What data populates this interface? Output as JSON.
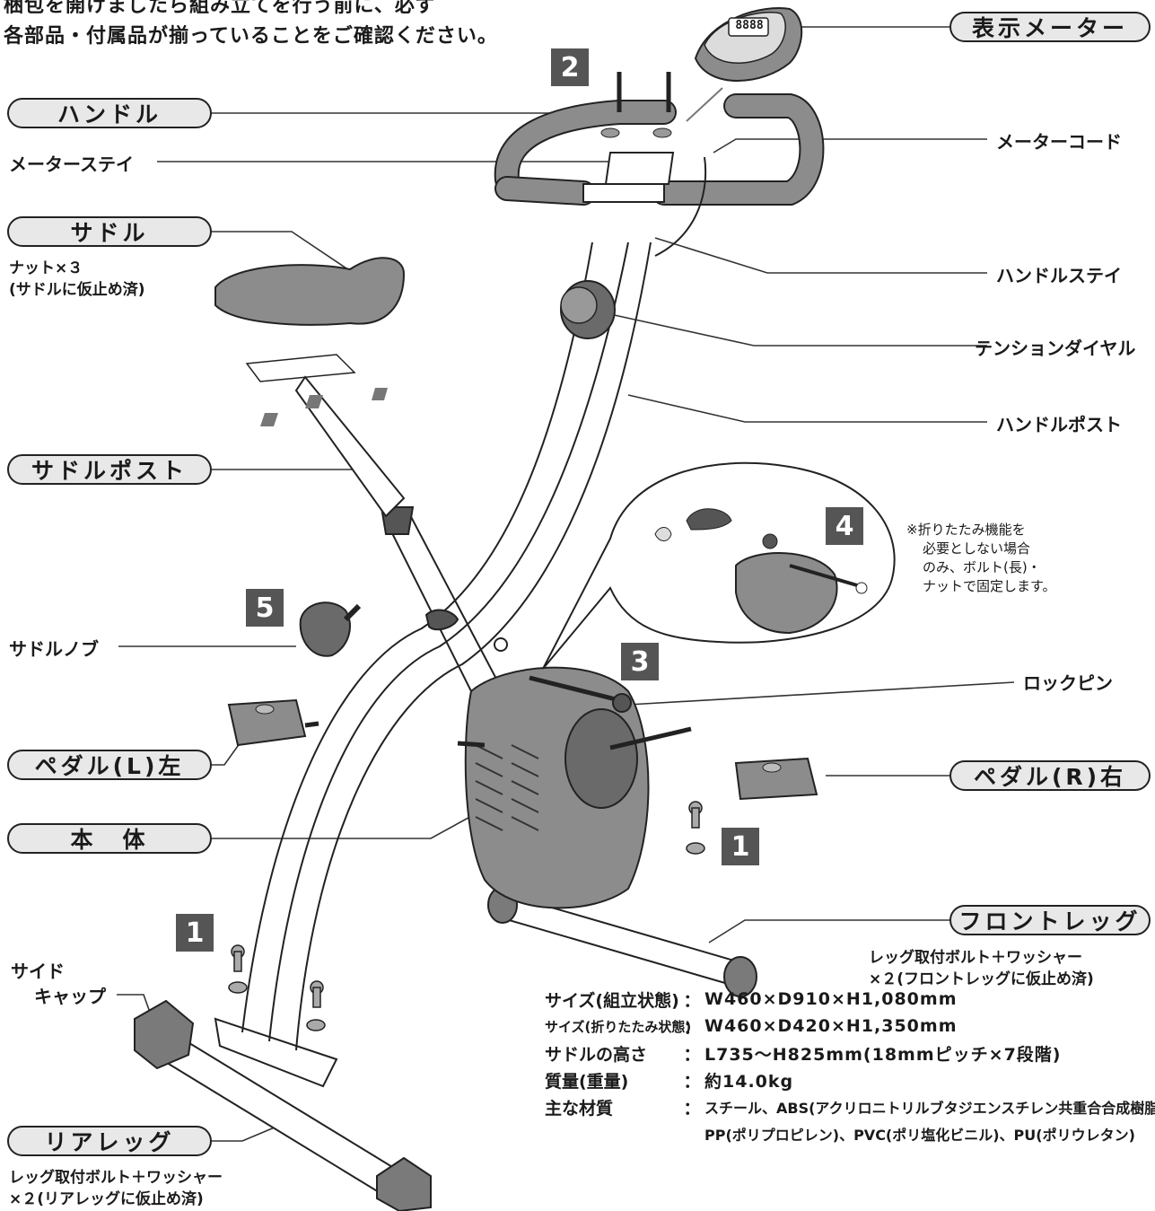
{
  "intro": {
    "line1": "梱包を開けましたら組み立てを行う前に、必ず",
    "line2": "各部品・付属品が揃っていることをご確認ください。"
  },
  "parts": {
    "meter": "表示メーター",
    "handle": "ハンドル",
    "meter_stay": "メーターステイ",
    "meter_cord": "メーターコード",
    "saddle": "サドル",
    "saddle_nuts": "ナット×３",
    "saddle_nuts_note": "(サドルに仮止め済)",
    "handle_stay": "ハンドルステイ",
    "tension_dial": "テンションダイヤル",
    "handle_post": "ハンドルポスト",
    "saddle_post": "サドルポスト",
    "saddle_knob": "サドルノブ",
    "lock_pin": "ロックピン",
    "pedal_left": "ペダル(L)左",
    "pedal_right": "ペダル(R)右",
    "body": "本　体",
    "front_leg": "フロントレッグ",
    "front_leg_note1": "レッグ取付ボルト＋ワッシャー",
    "front_leg_note2": "×２(フロントレッグに仮止め済)",
    "side_cap1": "サイド",
    "side_cap2": "キャップ",
    "rear_leg": "リアレッグ",
    "rear_leg_note1": "レッグ取付ボルト＋ワッシャー",
    "rear_leg_note2": "×２(リアレッグに仮止め済)"
  },
  "steps": {
    "s1": "1",
    "s2": "2",
    "s3": "3",
    "s4": "4",
    "s5": "5"
  },
  "fold_note": {
    "line1": "※折りたたみ機能を",
    "line2": "必要としない場合",
    "line3": "のみ、ボルト(長)・",
    "line4": "ナットで固定します。"
  },
  "meter_display": "8888",
  "specs": [
    {
      "label": "サイズ(組立状態)",
      "value": "W460×D910×H1,080mm"
    },
    {
      "label": "サイズ(折りたたみ状態)",
      "value": "W460×D420×H1,350mm"
    },
    {
      "label": "サドルの高さ",
      "value": "L735～H825mm(18mmピッチ×7段階)"
    },
    {
      "label": "質量(重量)",
      "value": "約14.0kg"
    },
    {
      "label": "主な材質",
      "value": "スチール、ABS(アクリロニトリルブタジエンスチレン共重合合成樹脂)、",
      "value2": "PP(ポリプロピレン)、PVC(ポリ塩化ビニル)、PU(ポリウレタン)"
    }
  ],
  "colors": {
    "part_gray": "#8c8c8c",
    "part_dark": "#5a5a5a",
    "pill_fill": "#e8e8e8",
    "line": "#333333"
  }
}
